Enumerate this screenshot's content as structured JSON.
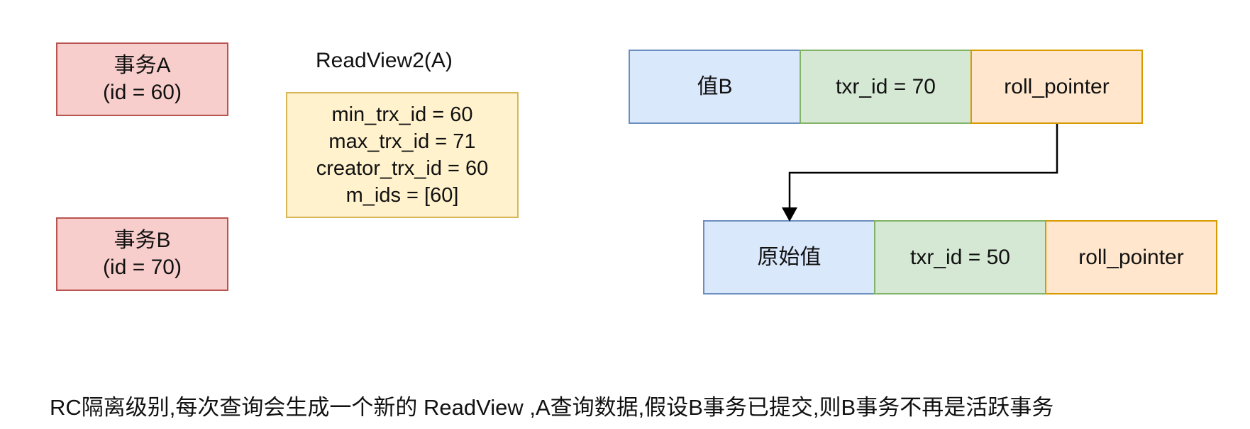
{
  "transactions": [
    {
      "name": "事务A",
      "id_text": "(id = 60)"
    },
    {
      "name": "事务B",
      "id_text": "(id = 70)"
    }
  ],
  "readview": {
    "title": "ReadView2(A)",
    "lines": [
      "min_trx_id = 60",
      "max_trx_id = 71",
      "creator_trx_id = 60",
      "m_ids = [60]"
    ]
  },
  "rows": [
    {
      "value": "值B",
      "trx_id": "txr_id = 70",
      "pointer": "roll_pointer"
    },
    {
      "value": "原始值",
      "trx_id": "txr_id = 50",
      "pointer": "roll_pointer"
    }
  ],
  "caption": "RC隔离级别,每次查询会生成一个新的 ReadView ,A查询数据,假设B事务已提交,则B事务不再是活跃事务",
  "colors": {
    "transaction_fill": "#f8cecc",
    "transaction_stroke": "#b85450",
    "readview_fill": "#fff2cc",
    "readview_stroke": "#d6b656",
    "value_fill": "#dae8fc",
    "value_stroke": "#6c8ebf",
    "trx_fill": "#d5e8d4",
    "trx_stroke": "#82b366",
    "pointer_fill": "#ffe6cc",
    "pointer_stroke": "#d79b00",
    "arrow": "#000000"
  }
}
